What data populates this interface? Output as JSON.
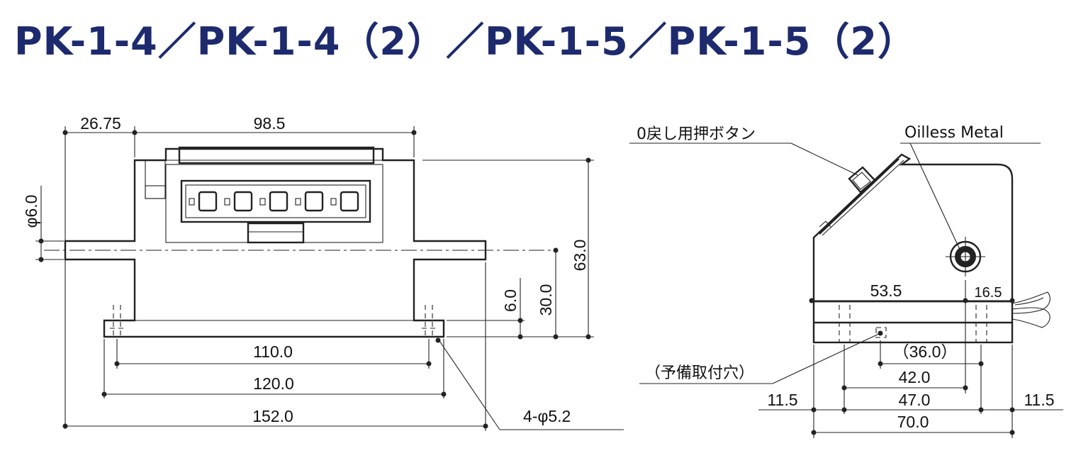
{
  "title": "PK-1-4／PK-1-4（2）／PK-1-5／PK-1-5（2）",
  "front_view": {
    "dims": {
      "d26_75": "26.75",
      "d98_5": "98.5",
      "phi6": "φ6.0",
      "d63": "63.0",
      "d30": "30.0",
      "d6": "6.0",
      "d110": "110.0",
      "d120": "120.0",
      "d152": "152.0",
      "hole": "4-φ5.2"
    },
    "counter_digits": 5
  },
  "side_view": {
    "labels": {
      "reset_button": "0戻し用押ボタン",
      "oilless_metal": "Oilless Metal",
      "spare_hole": "（予備取付穴）"
    },
    "dims": {
      "d53_5": "53.5",
      "d16_5": "16.5",
      "d36": "（36.0）",
      "d42": "42.0",
      "d47": "47.0",
      "d70": "70.0",
      "d11_5_left": "11.5",
      "d11_5_right": "11.5"
    }
  }
}
